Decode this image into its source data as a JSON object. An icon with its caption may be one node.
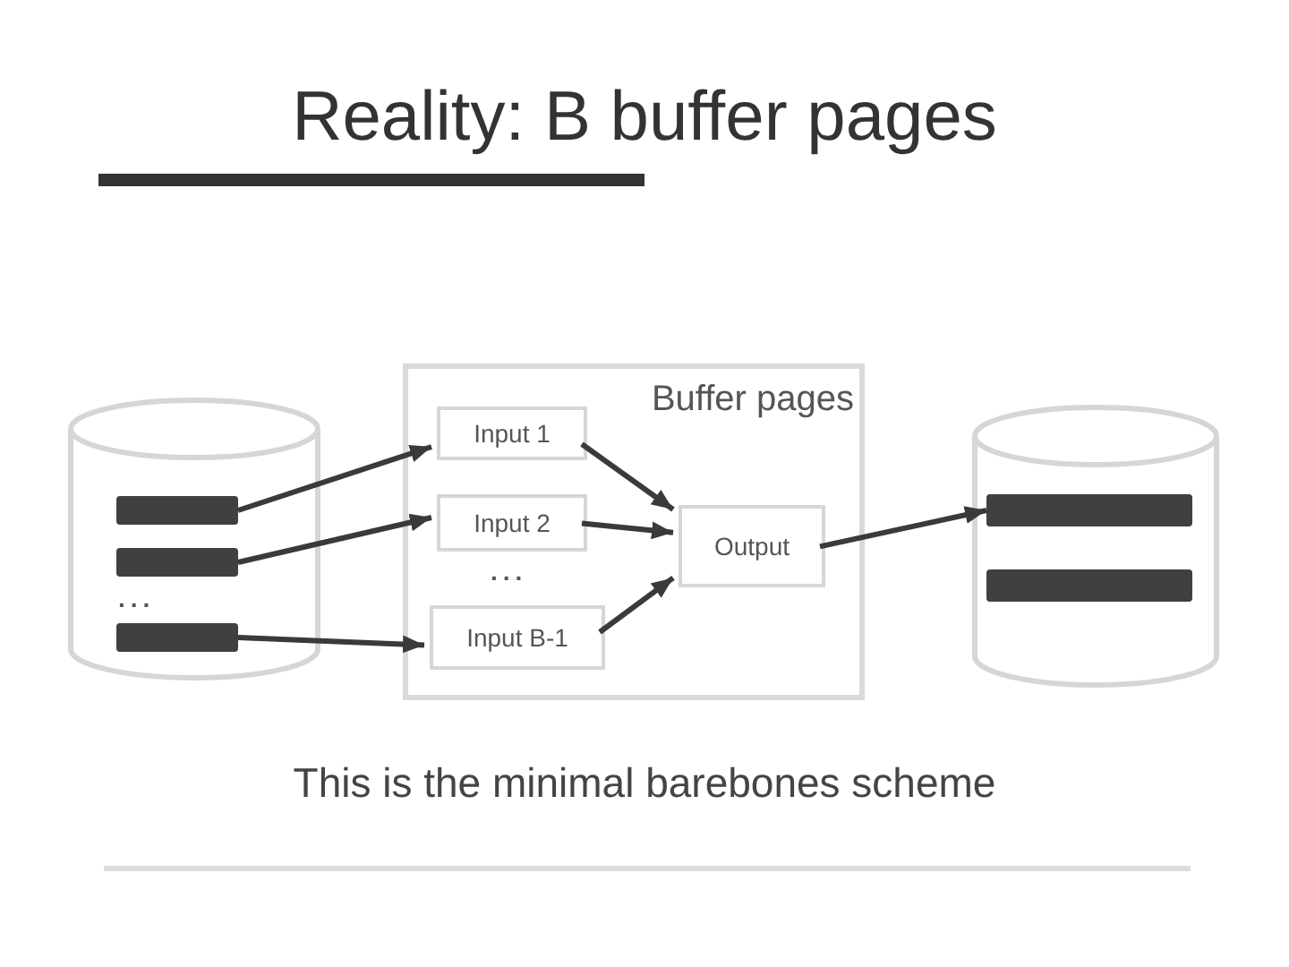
{
  "diagram": {
    "title": "Reality: B buffer pages",
    "caption": "This is the minimal barebones scheme",
    "nodes": [
      {
        "text": [],
        "shape": "cylinder"
      },
      {
        "text": [],
        "shape": "bar",
        "in": 0
      },
      {
        "text": [],
        "shape": "bar",
        "in": 0
      },
      {
        "text": [],
        "shape": "bar",
        "in": 0
      },
      {
        "text": [
          "Buffer pages"
        ]
      },
      {
        "text": [
          "Input 1"
        ],
        "in": 4
      },
      {
        "text": [
          "Input 2"
        ],
        "in": 4
      },
      {
        "text": [
          "Input B-1"
        ],
        "in": 4
      },
      {
        "text": [
          "Output"
        ],
        "in": 4
      },
      {
        "text": [],
        "shape": "cylinder"
      },
      {
        "text": [],
        "shape": "bar",
        "in": 9
      },
      {
        "text": [],
        "shape": "bar",
        "in": 9
      }
    ],
    "edges": [
      {
        "from": 1,
        "to": 5,
        "arrow": "to"
      },
      {
        "from": 2,
        "to": 6,
        "arrow": "to"
      },
      {
        "from": 3,
        "to": 7,
        "arrow": "to"
      },
      {
        "from": 5,
        "to": 8,
        "arrow": "to"
      },
      {
        "from": 6,
        "to": 8,
        "arrow": "to"
      },
      {
        "from": 7,
        "to": 8,
        "arrow": "to"
      },
      {
        "from": 8,
        "to": 10,
        "arrow": "to"
      }
    ],
    "labels": [
      "...",
      "..."
    ]
  }
}
